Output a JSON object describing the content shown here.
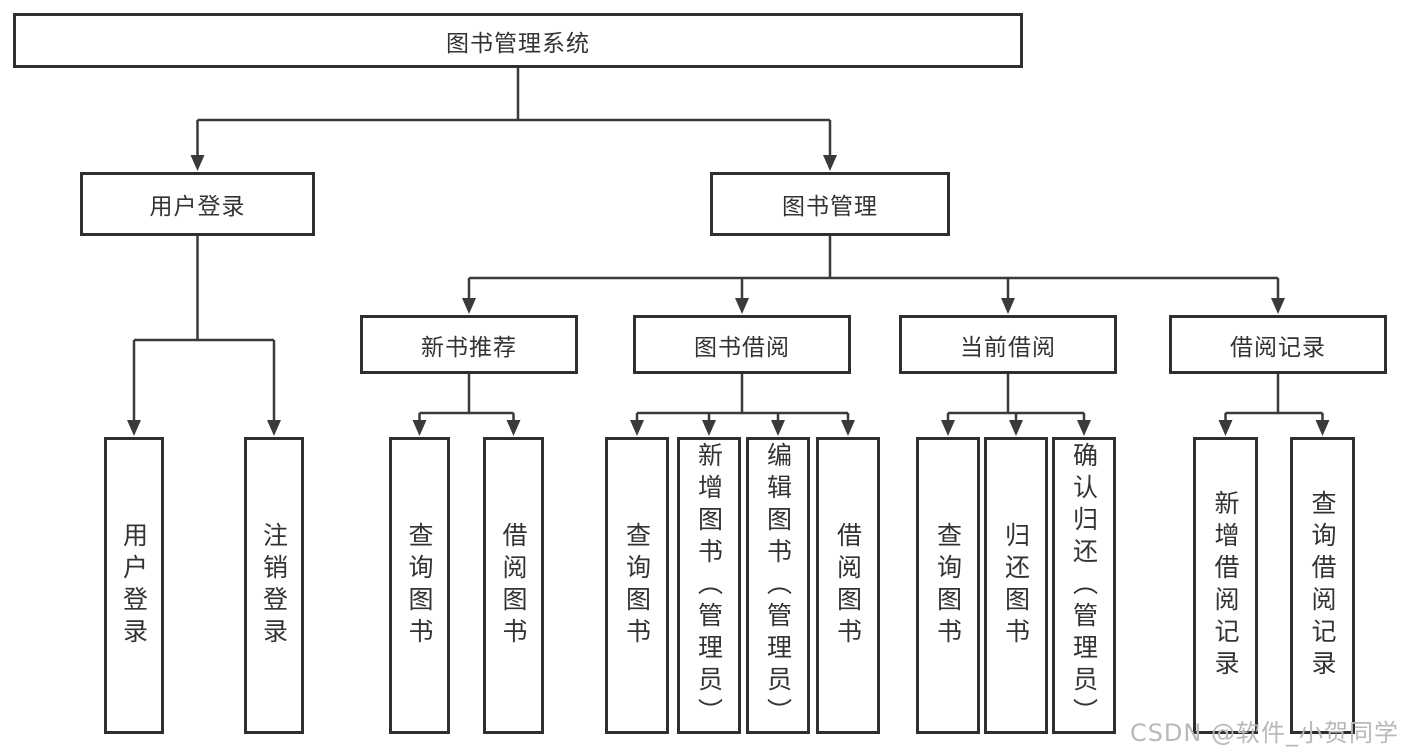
{
  "tree": {
    "root": "图书管理系统",
    "branches": [
      {
        "label": "用户登录",
        "children": [
          {
            "label": "用户登录"
          },
          {
            "label": "注销登录"
          }
        ]
      },
      {
        "label": "图书管理",
        "children": [
          {
            "label": "新书推荐",
            "children": [
              {
                "label": "查询图书"
              },
              {
                "label": "借阅图书"
              }
            ]
          },
          {
            "label": "图书借阅",
            "children": [
              {
                "label": "查询图书"
              },
              {
                "label": "新增图书（管理员）"
              },
              {
                "label": "编辑图书（管理员）"
              },
              {
                "label": "借阅图书"
              }
            ]
          },
          {
            "label": "当前借阅",
            "children": [
              {
                "label": "查询图书"
              },
              {
                "label": "归还图书"
              },
              {
                "label": "确认归还（管理员）"
              }
            ]
          },
          {
            "label": "借阅记录",
            "children": [
              {
                "label": "新增借阅记录"
              },
              {
                "label": "查询借阅记录"
              }
            ]
          }
        ]
      }
    ]
  },
  "watermark": "CSDN @软件_小贺同学",
  "colors": {
    "line": "#3a3a3a",
    "box_border": "#2f2f2f",
    "box_fill": "#ffffff",
    "text": "#333333",
    "watermark": "#b9b9b9"
  }
}
